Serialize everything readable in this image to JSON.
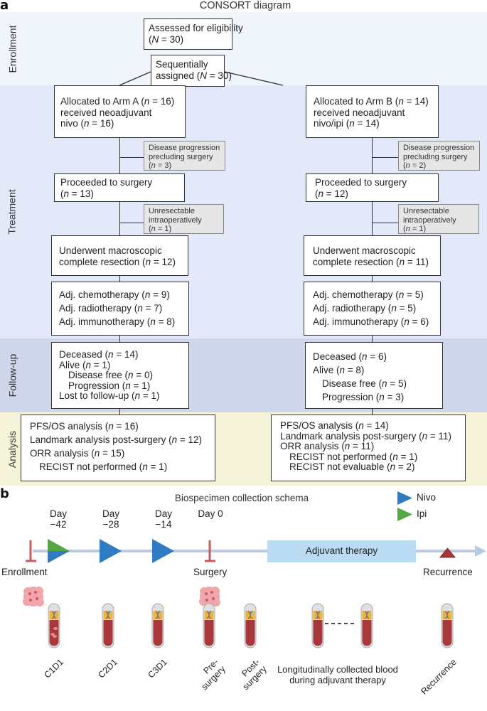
{
  "panel_a": {
    "letter": "a",
    "title": "CONSORT diagram",
    "phases": [
      {
        "label": "Enrollment",
        "color": "#f0f4fb"
      },
      {
        "label": "Treatment",
        "color": "#e3e9f8"
      },
      {
        "label": "Follow-up",
        "color": "#d1d7ea"
      },
      {
        "label": "Analysis",
        "color": "#f5f3d8"
      }
    ],
    "enrollment": {
      "assessed": {
        "lines": [
          "Assessed for eligibility",
          "(N = 30)"
        ]
      },
      "assigned": {
        "lines": [
          "Sequentially",
          "assigned (N = 30)"
        ]
      }
    },
    "arm_a": {
      "allocated": [
        "Allocated to Arm A (n = 16)",
        "received neoadjuvant",
        "nivo (n = 16)"
      ],
      "exclusion_1": [
        "Disease progression",
        "precluding surgery",
        "(n = 3)"
      ],
      "surgery": [
        "Proceeded to surgery",
        "(n = 13)"
      ],
      "exclusion_2": [
        "Unresectable",
        "intraoperatively",
        "(n = 1)"
      ],
      "resection": [
        "Underwent macroscopic",
        "complete resection (n = 12)"
      ],
      "adjuvant": [
        "Adj. chemotherapy (n = 9)",
        "Adj. radiotherapy (n = 7)",
        "Adj. immunotherapy (n = 8)"
      ],
      "followup": [
        {
          "text": "Deceased (n = 14)",
          "indent": false
        },
        {
          "text": "Alive (n = 1)",
          "indent": false
        },
        {
          "text": "Disease free (n = 0)",
          "indent": true
        },
        {
          "text": "Progression (n = 1)",
          "indent": true
        },
        {
          "text": "Lost to follow-up (n = 1)",
          "indent": false
        }
      ],
      "analysis": [
        {
          "text": "PFS/OS analysis (n = 16)",
          "indent": false
        },
        {
          "text": "Landmark analysis post-surgery (n = 12)",
          "indent": false
        },
        {
          "text": "ORR analysis (n = 15)",
          "indent": false
        },
        {
          "text": "RECIST not performed (n = 1)",
          "indent": true
        }
      ]
    },
    "arm_b": {
      "allocated": [
        "Allocated to Arm B (n = 14)",
        "received neoadjuvant",
        "nivo/ipi (n = 14)"
      ],
      "exclusion_1": [
        "Disease progression",
        "precluding surgery",
        "(n = 2)"
      ],
      "surgery": [
        "Proceeded to surgery",
        "(n = 12)"
      ],
      "exclusion_2": [
        "Unresectable",
        "intraoperatively",
        "(n = 1)"
      ],
      "resection": [
        "Underwent macroscopic",
        "complete resection (n = 11)"
      ],
      "adjuvant": [
        "Adj. chemotherapy (n = 5)",
        "Adj. radiotherapy (n = 5)",
        "Adj. immunotherapy (n = 6)"
      ],
      "followup": [
        {
          "text": "Deceased (n = 6)",
          "indent": false
        },
        {
          "text": "Alive (n = 8)",
          "indent": false
        },
        {
          "text": "Disease free (n = 5)",
          "indent": true
        },
        {
          "text": "Progression (n = 3)",
          "indent": true
        }
      ],
      "analysis": [
        {
          "text": "PFS/OS analysis (n = 14)",
          "indent": false
        },
        {
          "text": "Landmark analysis post-surgery (n = 11)",
          "indent": false
        },
        {
          "text": "ORR analysis (n = 11)",
          "indent": false
        },
        {
          "text": "RECIST not performed (n = 1)",
          "indent": true
        },
        {
          "text": "RECIST not evaluable (n = 2)",
          "indent": true
        }
      ]
    }
  },
  "panel_b": {
    "letter": "b",
    "title": "Biospecimen collection schema",
    "legend": [
      {
        "label": "Nivo",
        "color": "#2f7cc4"
      },
      {
        "label": "Ipi",
        "color": "#53a844"
      }
    ],
    "days": [
      {
        "lines": [
          "Day",
          "−42"
        ]
      },
      {
        "lines": [
          "Day",
          "−28"
        ]
      },
      {
        "lines": [
          "Day",
          "−14"
        ]
      },
      {
        "lines": [
          "Day 0"
        ]
      }
    ],
    "events": {
      "enrollment": "Enrollment",
      "surgery": "Surgery",
      "adjuvant": "Adjuvant therapy",
      "recurrence": "Recurrence"
    },
    "samples": [
      "C1D1",
      "C2D1",
      "C3D1",
      "Pre-\nsurgery",
      "Post-\nsurgery",
      "Recurrence"
    ],
    "longitudinal_caption": [
      "Longitudinally collected blood",
      "during adjuvant therapy"
    ],
    "colors": {
      "timeline": "#b9cbe0",
      "marker_red": "#c85a5e",
      "adjuvant_fill": "#b9dcf3",
      "recurrence": "#a83538",
      "blood": "#a8383c",
      "tube_cap": "#e8b43a"
    }
  }
}
